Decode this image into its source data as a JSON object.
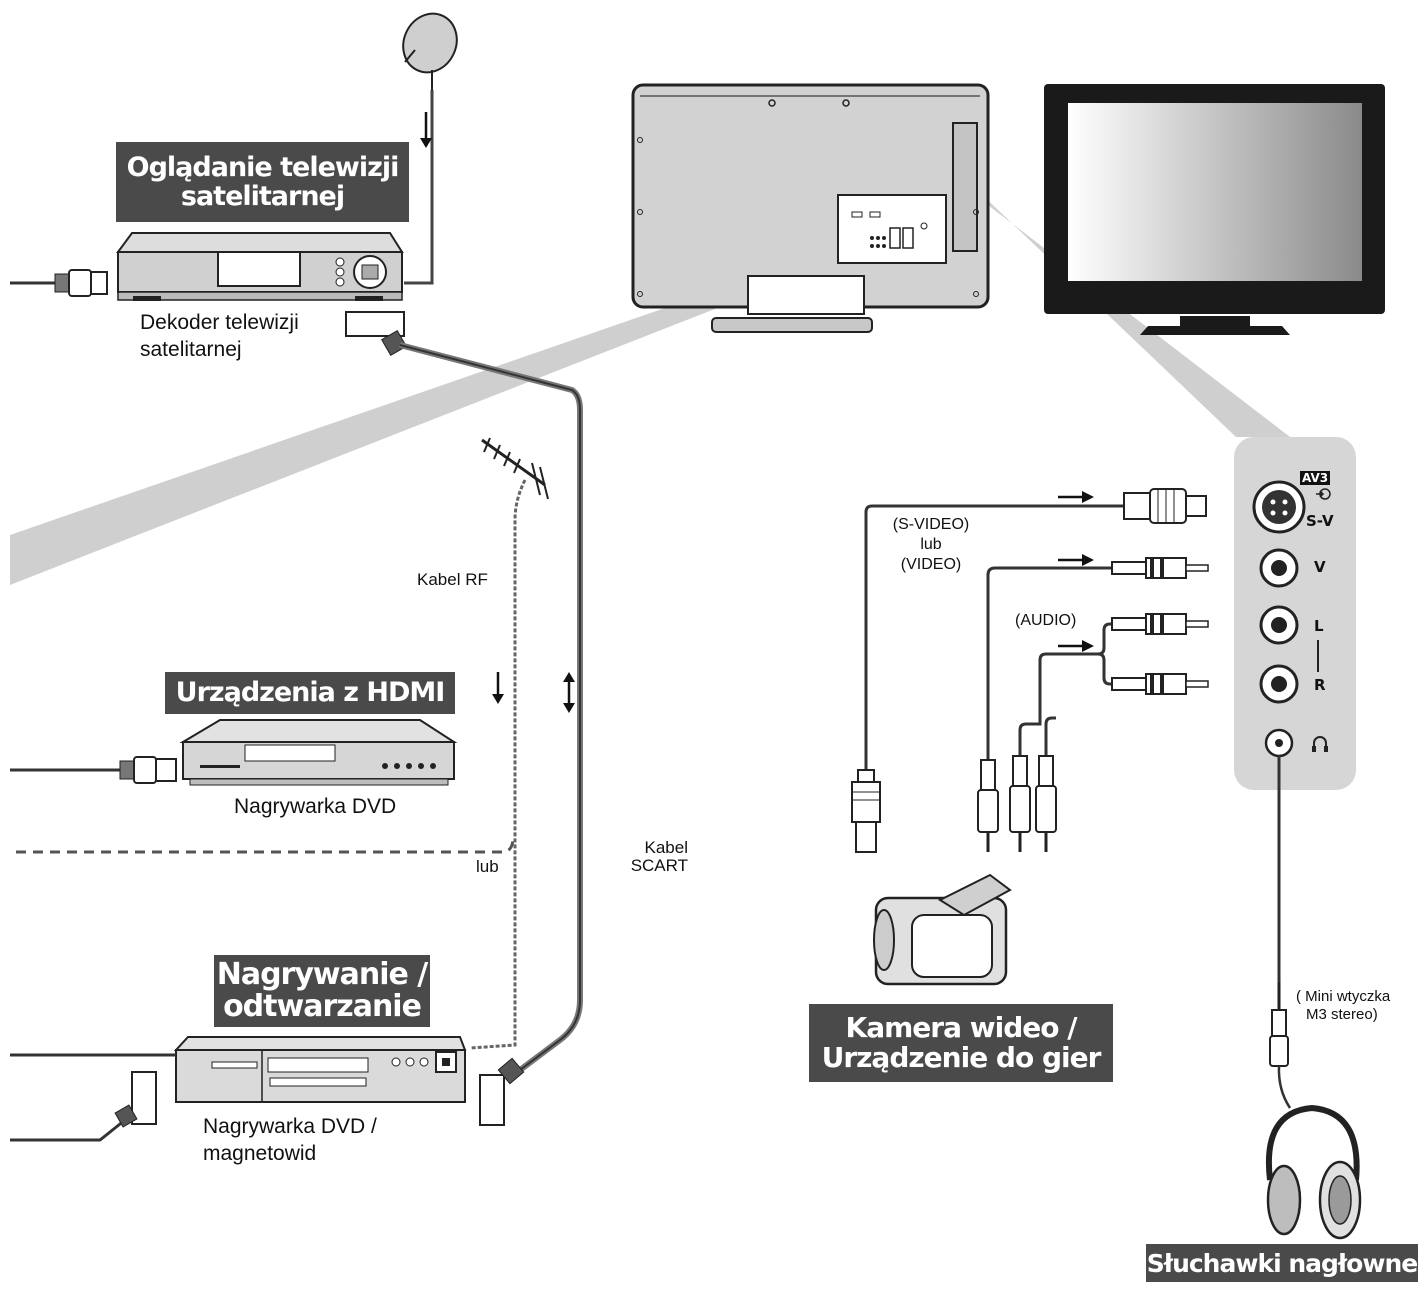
{
  "banners": {
    "satellite": [
      "Oglądanie telewizji",
      "satelitarnej"
    ],
    "hdmi": "Urządzenia z HDMI",
    "record": [
      "Nagrywanie /",
      "odtwarzanie"
    ],
    "camera": [
      "Kamera wideo /",
      "Urządzenie do gier"
    ],
    "headphones": "Słuchawki nagłowne"
  },
  "labels": {
    "decoder": [
      "Dekoder telewizji",
      "satelitarnej"
    ],
    "rf_cable": "Kabel RF",
    "dvd_recorder": "Nagrywarka DVD",
    "or_left": "lub",
    "scart_cable": [
      "Kabel",
      "SCART"
    ],
    "dvd_vcr": [
      "Nagrywarka DVD /",
      "magnetowid"
    ],
    "svideo_or_video": [
      "(S-VIDEO)",
      "lub",
      "(VIDEO)"
    ],
    "audio": "(AUDIO)",
    "mini_plug": [
      "( Mini wtyczka",
      "M3 stereo)"
    ]
  },
  "panel": {
    "badge": "AV3",
    "svideo_port": "S-V",
    "video_port": "V",
    "left_port": "L",
    "right_port": "R",
    "headphone_icon": "headphones-icon",
    "input_icon": "input-arrow-icon"
  },
  "colors": {
    "banner_bg": "#4a4a4a",
    "panel_bg": "#d6d6d6",
    "tv_back": "#d2d2d2",
    "tv_front": "#1a1a1a",
    "cable": "#5a5a5a"
  }
}
